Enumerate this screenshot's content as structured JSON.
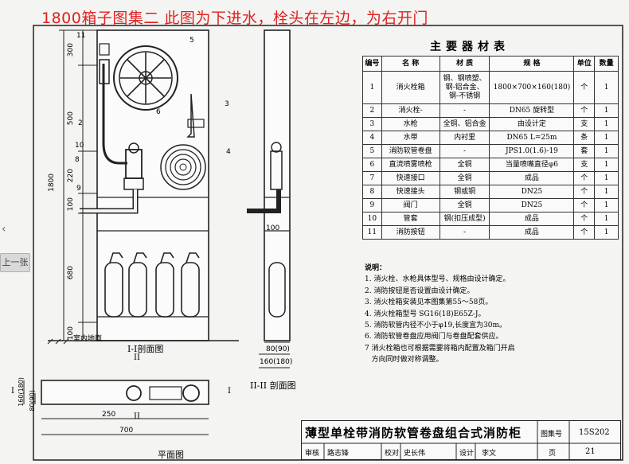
{
  "banner": "1800箱子图集二   此图为下进水，栓头在左边，为右开门",
  "side_tab": "上一张",
  "materials": {
    "title": "主要器材表",
    "headers": [
      "编号",
      "名  称",
      "材  质",
      "规  格",
      "单位",
      "数量"
    ],
    "rows": [
      [
        "1",
        "消火栓箱",
        "钢、钢喷塑、钢-铝合金、钢-不锈钢",
        "1800×700×160(180)",
        "个",
        "1"
      ],
      [
        "2",
        "消火栓-",
        "-",
        "DN65 旋转型",
        "个",
        "1"
      ],
      [
        "3",
        "水枪",
        "全铜、铝合金",
        "由设计定",
        "支",
        "1"
      ],
      [
        "4",
        "水带",
        "内衬里",
        "DN65  L=25m",
        "条",
        "1"
      ],
      [
        "5",
        "消防软管卷盘",
        "-",
        "JPS1.0(1.6)-19",
        "套",
        "1"
      ],
      [
        "6",
        "直流喷雾喷枪",
        "全铜",
        "当量喷嘴直径φ6",
        "支",
        "1"
      ],
      [
        "7",
        "快速接口",
        "全铜",
        "成品",
        "个",
        "1"
      ],
      [
        "8",
        "快速接头",
        "钢或铜",
        "DN25",
        "个",
        "1"
      ],
      [
        "9",
        "阀门",
        "全铜",
        "DN25",
        "个",
        "1"
      ],
      [
        "10",
        "管套",
        "钢(扣压成型)",
        "成品",
        "个",
        "1"
      ],
      [
        "11",
        "消防按钮",
        "-",
        "成品",
        "个",
        "1"
      ]
    ]
  },
  "notes": {
    "heading": "说明：",
    "items": [
      "1. 消火栓、水枪具体型号、规格由设计确定。",
      "2. 消防按钮是否设置由设计确定。",
      "3. 消火栓箱安装见本图集第55～58页。",
      "4. 消火栓箱型号  SG16(18)E65Z-J。",
      "5. 消防软管内径不小于φ19,长度宜为30m。",
      "6. 消防软管卷盘应用阀门与卷盘配套供应。",
      "7  消火栓箱也可根据需要将箱内配置及箱门开启",
      "   方向同时做对称调整。"
    ]
  },
  "drawing": {
    "front_dims": [
      "300",
      "500",
      "220",
      "100",
      "680",
      "100"
    ],
    "total_height": "1800",
    "callouts": [
      "11",
      "5",
      "3",
      "6",
      "2",
      "10",
      "8",
      "9",
      "4"
    ],
    "section1_label": "I-I剖面图",
    "section2_label": "II-II 剖面图",
    "plan_label": "平面图",
    "floor_label": "室内地面",
    "sec2_dims": [
      "100",
      "80(90)",
      "160(180)"
    ],
    "plan_dims": [
      "160(180)",
      "80(90)",
      "250",
      "700"
    ],
    "marks": [
      "I",
      "I",
      "II",
      "II"
    ]
  },
  "title_block": {
    "title": "薄型单栓带消防软管卷盘组合式消防柜",
    "atlas_label": "图集号",
    "atlas_no": "15S202",
    "page_label": "页",
    "page_no": "21",
    "review": "审核",
    "check": "校对",
    "design": "设计",
    "reviewer": "路志锋",
    "checker": "史长伟",
    "designer": "李文"
  }
}
